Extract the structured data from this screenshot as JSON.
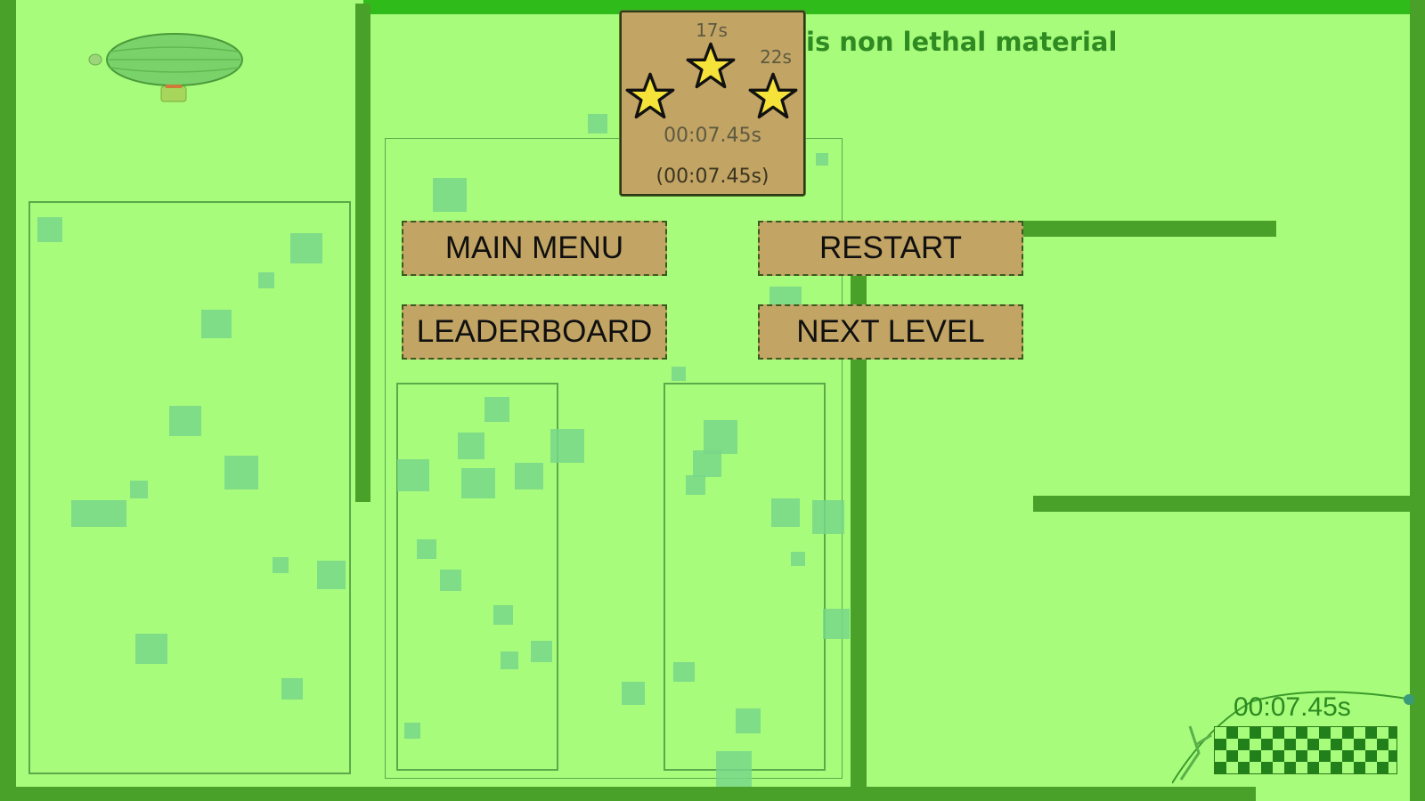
{
  "level_hint": "is non lethal material",
  "result_panel": {
    "star_thresholds": [
      "17s",
      "22s"
    ],
    "stars_earned": 3,
    "time": "00:07.45s",
    "best_time": "(00:07.45s)"
  },
  "buttons": {
    "main_menu": "MAIN MENU",
    "restart": "RESTART",
    "leaderboard": "LEADERBOARD",
    "next_level": "NEXT LEVEL"
  },
  "finish": {
    "timer": "00:07.45s"
  },
  "colors": {
    "background": "#a8fc7c",
    "wall": "#4aa12a",
    "panel": "#c2a464",
    "star": "#f5e33a",
    "text_green": "#2f8a22"
  }
}
